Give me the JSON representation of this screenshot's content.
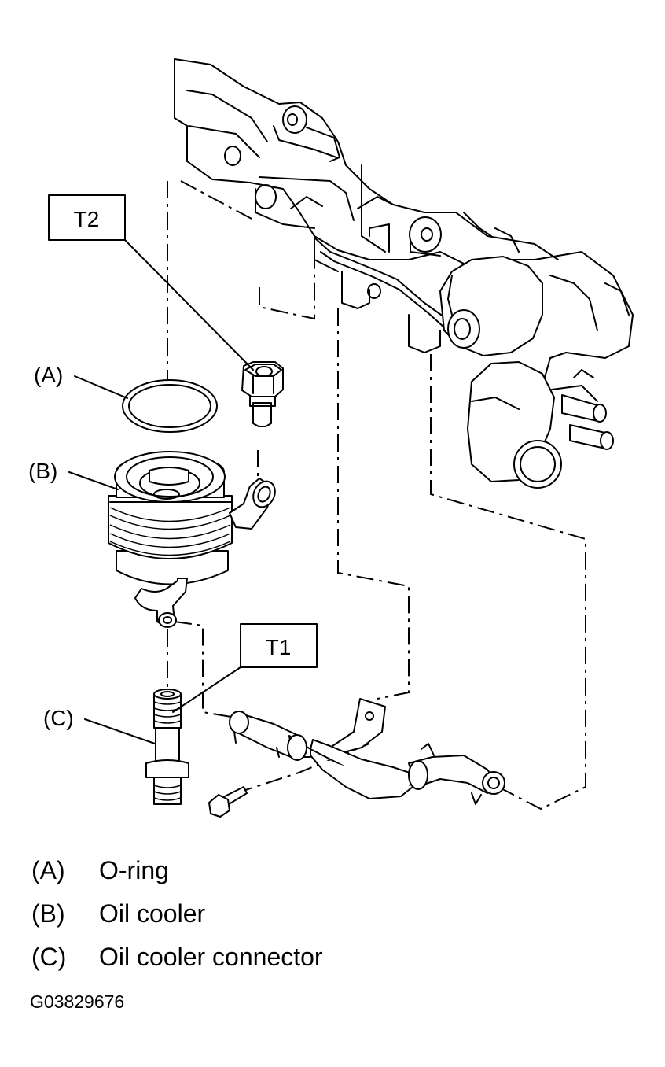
{
  "labels": {
    "T2": "T2",
    "T1": "T1",
    "A": "(A)",
    "B": "(B)",
    "C": "(C)"
  },
  "legend": [
    {
      "key": "(A)",
      "text": "O-ring"
    },
    {
      "key": "(B)",
      "text": "Oil cooler"
    },
    {
      "key": "(C)",
      "text": "Oil cooler connector"
    }
  ],
  "figure_code": "G03829676"
}
